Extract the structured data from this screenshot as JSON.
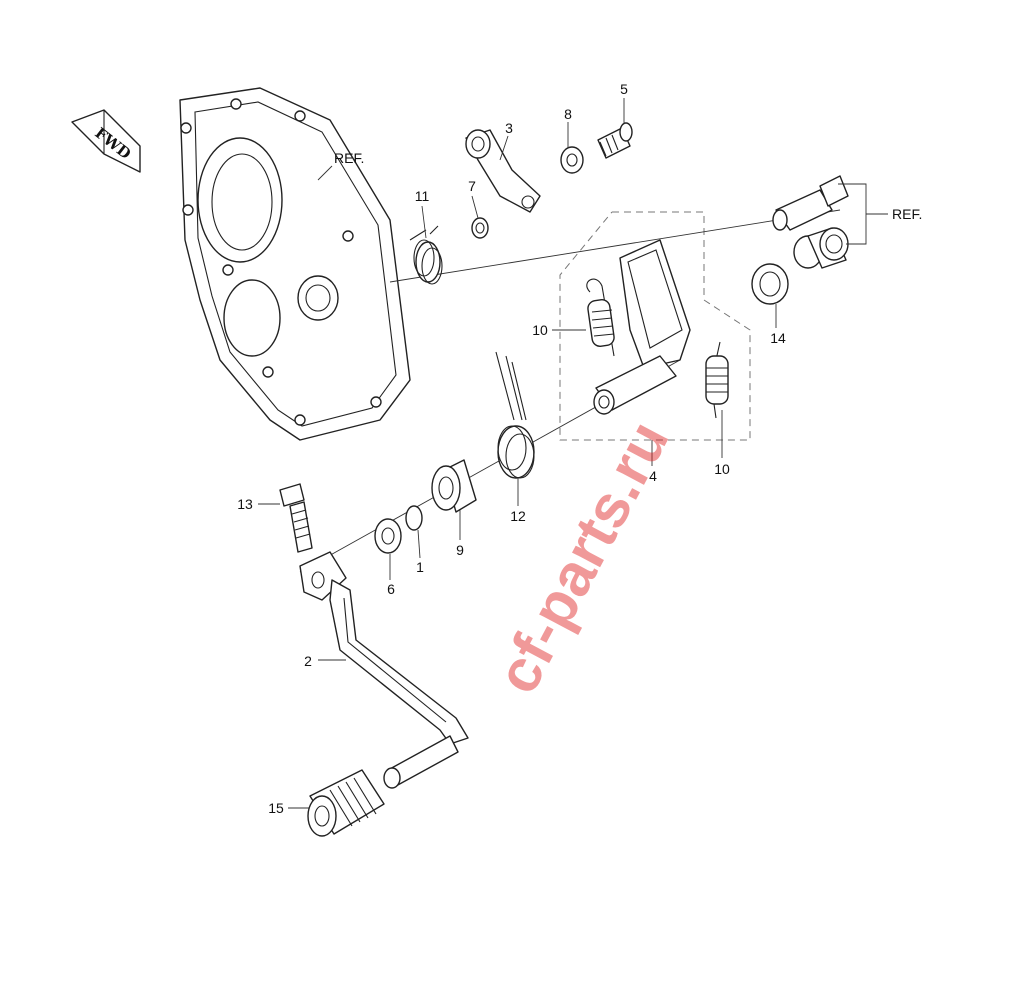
{
  "diagram": {
    "watermark": "cf-parts.ru",
    "direction_label": "FWD",
    "ref_labels": [
      "REF.",
      "REF."
    ],
    "callouts": [
      "1",
      "2",
      "3",
      "4",
      "5",
      "6",
      "7",
      "8",
      "9",
      "10",
      "10",
      "11",
      "12",
      "13",
      "14",
      "15"
    ],
    "colors": {
      "line": "#222222",
      "watermark": "#e02020",
      "background": "#ffffff"
    }
  }
}
